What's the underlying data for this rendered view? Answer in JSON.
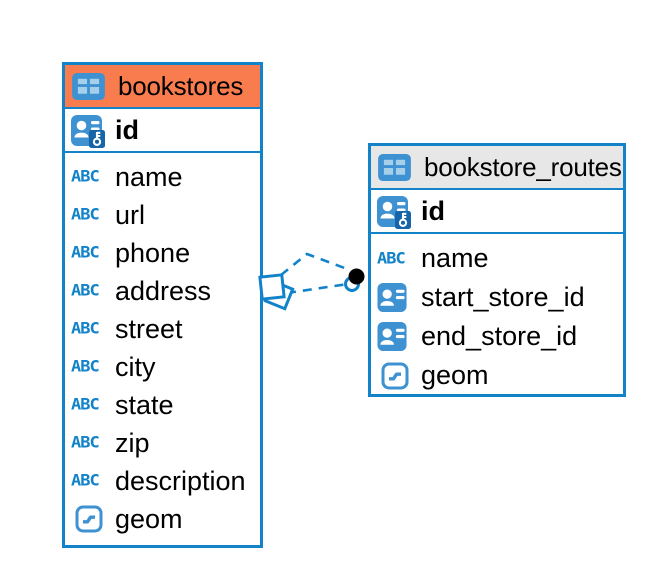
{
  "colors": {
    "blue": "#1283C9",
    "orange_header": "#F97C4F",
    "gray_header": "#E7E7E7",
    "icon_blue": "#3E92D2",
    "icon_blue_dark": "#1565A8",
    "icon_cell": "#A6CFEA",
    "text": "#000000"
  },
  "icons": {
    "text_type_label": "ABC"
  },
  "tables": [
    {
      "name": "bookstores",
      "header_style": "orange",
      "primary_key": {
        "label": "id",
        "icon": "person-key-icon"
      },
      "columns": [
        {
          "label": "name",
          "icon": "text-type-icon"
        },
        {
          "label": "url",
          "icon": "text-type-icon"
        },
        {
          "label": "phone",
          "icon": "text-type-icon"
        },
        {
          "label": "address",
          "icon": "text-type-icon"
        },
        {
          "label": "street",
          "icon": "text-type-icon"
        },
        {
          "label": "city",
          "icon": "text-type-icon"
        },
        {
          "label": "state",
          "icon": "text-type-icon"
        },
        {
          "label": "zip",
          "icon": "text-type-icon"
        },
        {
          "label": "description",
          "icon": "text-type-icon"
        },
        {
          "label": "geom",
          "icon": "geometry-type-icon"
        }
      ]
    },
    {
      "name": "bookstore_routes",
      "header_style": "gray",
      "primary_key": {
        "label": "id",
        "icon": "person-key-icon"
      },
      "columns": [
        {
          "label": "name",
          "icon": "text-type-icon"
        },
        {
          "label": "start_store_id",
          "icon": "person-ref-icon"
        },
        {
          "label": "end_store_id",
          "icon": "person-ref-icon"
        },
        {
          "label": "geom",
          "icon": "geometry-type-icon"
        }
      ]
    }
  ],
  "relations": [
    {
      "between": "bookstores — bookstore_routes",
      "style": "dashed"
    },
    {
      "between": "bookstores — bookstore_routes",
      "style": "dashed"
    }
  ]
}
